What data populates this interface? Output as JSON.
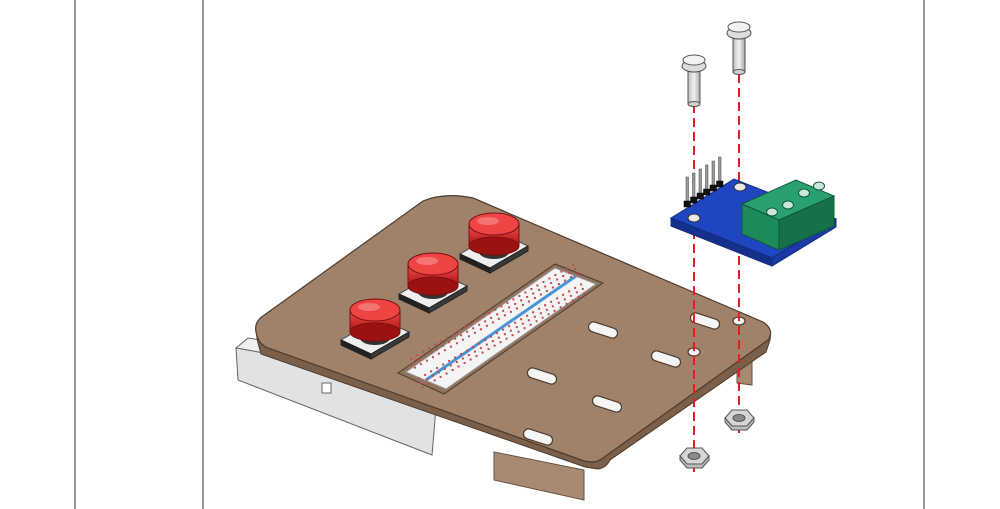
{
  "diagram": {
    "steps": [
      {
        "parts": [
          "base-plate",
          "controller-board",
          "breadboard",
          "push-button",
          "push-button",
          "push-button",
          "terminal-module",
          "pin-header",
          "screw-terminal",
          "screw",
          "screw",
          "hex-nut",
          "hex-nut"
        ]
      }
    ],
    "colors": {
      "plate": "#a0826a",
      "plate_edge": "#7a604b",
      "button_cap": "#d42020",
      "module_pcb": "#2045c0",
      "terminal": "#1e8a5a",
      "assembly_line": "#e02020",
      "panel_border": "#555555"
    }
  }
}
